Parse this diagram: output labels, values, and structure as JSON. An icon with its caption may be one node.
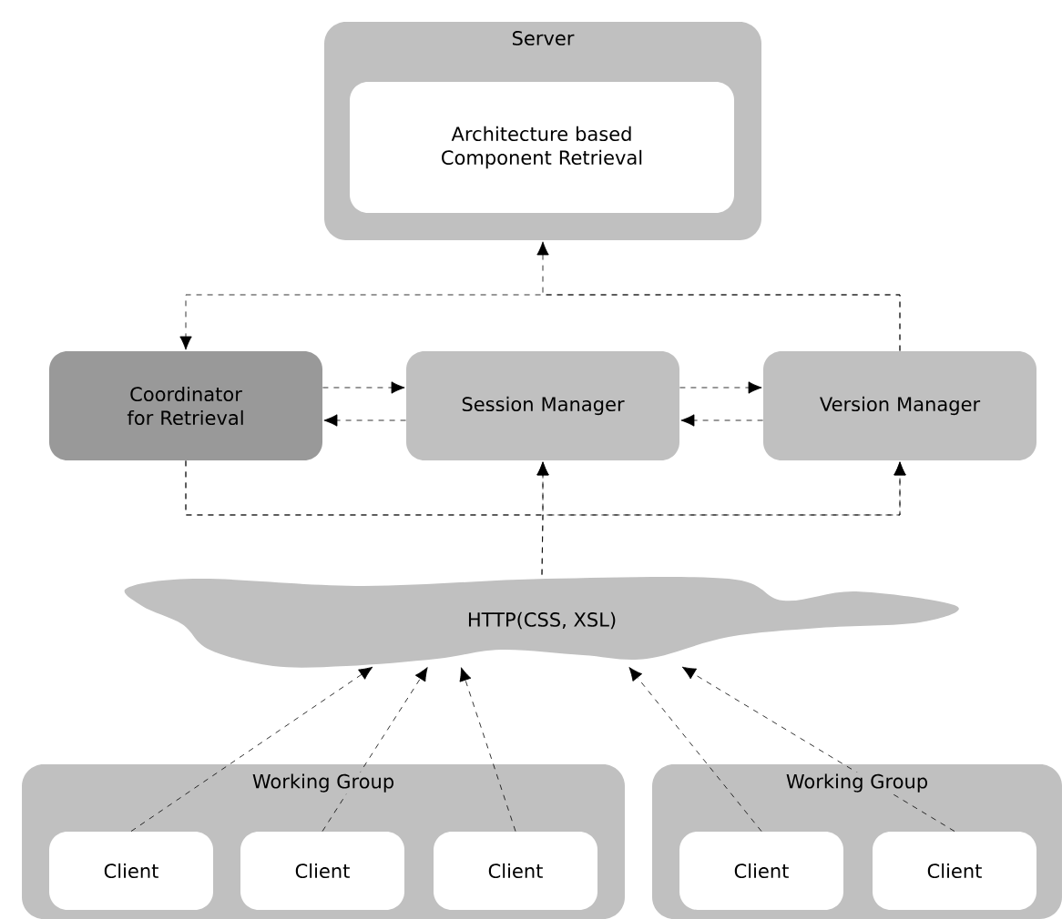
{
  "diagram": {
    "nodes": [
      {
        "text": [
          "Server"
        ]
      },
      {
        "text": [
          "Architecture based Component Retrieval"
        ],
        "in": 0
      },
      {
        "text": [
          "Coordinator for Retrieval"
        ]
      },
      {
        "text": [
          "Session Manager"
        ]
      },
      {
        "text": [
          "Version Manager"
        ]
      },
      {
        "text": [
          "HTTP(CSS, XSL)"
        ]
      },
      {
        "text": [
          "Working Group"
        ]
      },
      {
        "text": [
          "Client"
        ],
        "in": 6
      },
      {
        "text": [
          "Client"
        ],
        "in": 6
      },
      {
        "text": [
          "Client"
        ],
        "in": 6
      },
      {
        "text": [
          "Working Group"
        ]
      },
      {
        "text": [
          "Client"
        ],
        "in": 10
      },
      {
        "text": [
          "Client"
        ],
        "in": 10
      }
    ],
    "edges": [
      {
        "from": 4,
        "to": 0,
        "arrow": "to",
        "style": "dashed"
      },
      {
        "from": 4,
        "to": 2,
        "arrow": "to",
        "style": "dashed"
      },
      {
        "from": 2,
        "to": 3,
        "arrow": "to",
        "style": "dashed"
      },
      {
        "from": 3,
        "to": 2,
        "arrow": "to",
        "style": "dashed"
      },
      {
        "from": 3,
        "to": 4,
        "arrow": "to",
        "style": "dashed"
      },
      {
        "from": 4,
        "to": 3,
        "arrow": "to",
        "style": "dashed"
      },
      {
        "from": 5,
        "to": 3,
        "arrow": "to",
        "style": "dashed"
      },
      {
        "from": 5,
        "to": 4,
        "arrow": "to",
        "style": "dashed"
      },
      {
        "from": 2,
        "to": 3,
        "arrow": "to",
        "style": "dashed"
      },
      {
        "from": 2,
        "to": 4,
        "arrow": "to",
        "style": "dashed"
      },
      {
        "from": 7,
        "to": 5,
        "arrow": "to",
        "style": "dashed"
      },
      {
        "from": 8,
        "to": 5,
        "arrow": "to",
        "style": "dashed"
      },
      {
        "from": 9,
        "to": 5,
        "arrow": "to",
        "style": "dashed"
      },
      {
        "from": 11,
        "to": 5,
        "arrow": "to",
        "style": "dashed"
      },
      {
        "from": 12,
        "to": 5,
        "arrow": "to",
        "style": "dashed"
      }
    ]
  }
}
